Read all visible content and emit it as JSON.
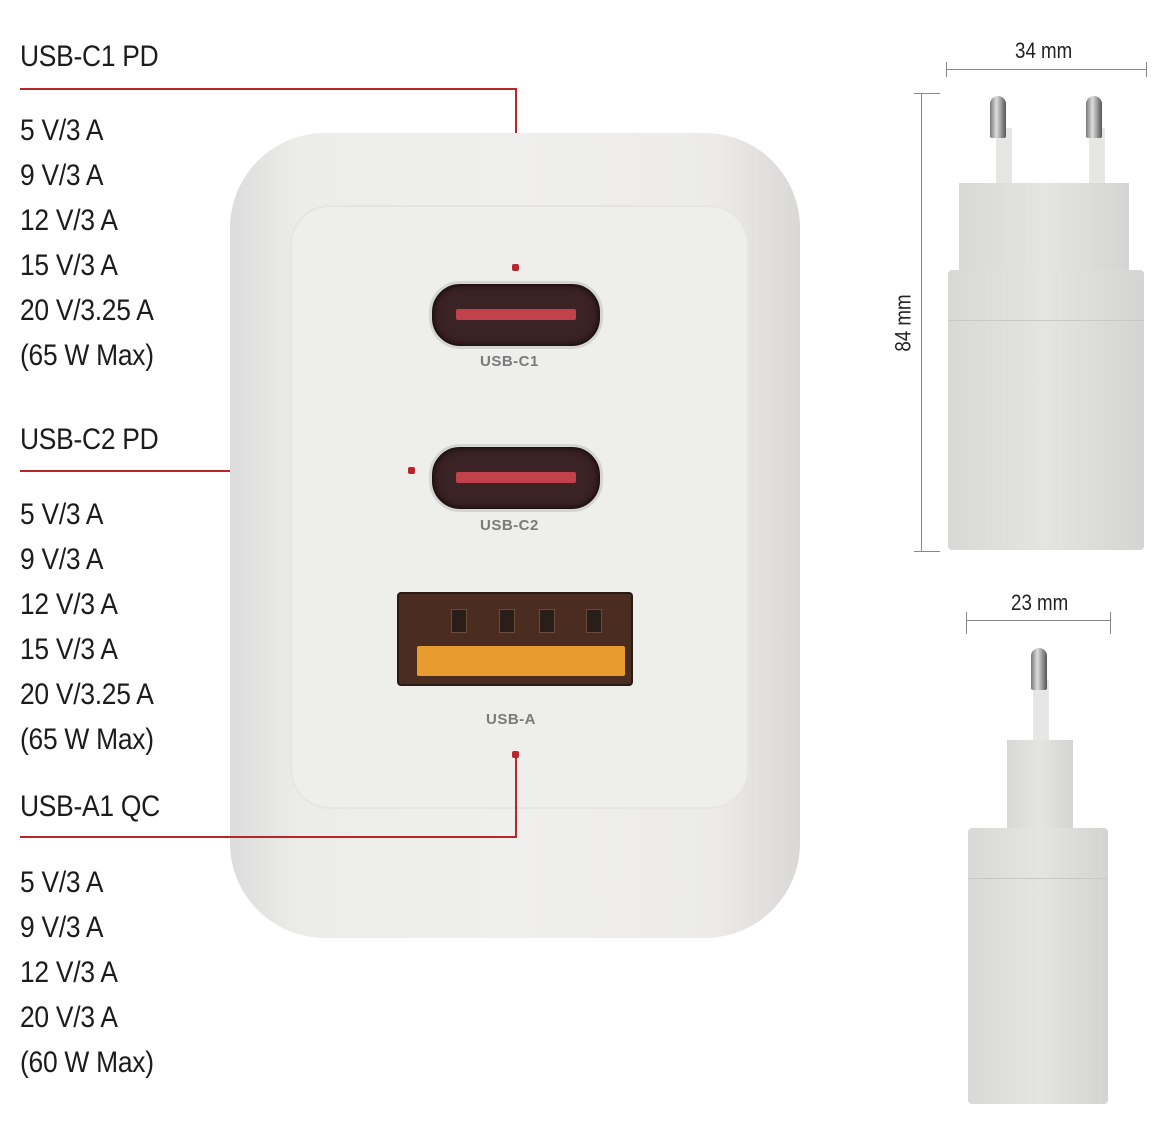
{
  "ports": [
    {
      "title": "USB-C1 PD",
      "specs": [
        "5 V/3 A",
        "9 V/3 A",
        "12 V/3 A",
        "15 V/3 A",
        "20 V/3.25 A",
        "(65 W Max)"
      ],
      "device_label": "USB-C1"
    },
    {
      "title": "USB-C2 PD",
      "specs": [
        "5 V/3 A",
        "9 V/3 A",
        "12 V/3 A",
        "15 V/3 A",
        "20 V/3.25 A",
        "(65 W Max)"
      ],
      "device_label": "USB-C2"
    },
    {
      "title": "USB-A1 QC",
      "specs": [
        "5 V/3 A",
        "9 V/3 A",
        "12 V/3 A",
        "20 V/3 A",
        "(60 W Max)"
      ],
      "device_label": "USB-A"
    }
  ],
  "dimensions": {
    "front_width": "34 mm",
    "height": "84 mm",
    "side_depth": "23 mm"
  },
  "colors": {
    "callout_line": "#b8262a",
    "usbc_tongue": "#c2424c",
    "usba_tongue": "#e89b2f"
  }
}
